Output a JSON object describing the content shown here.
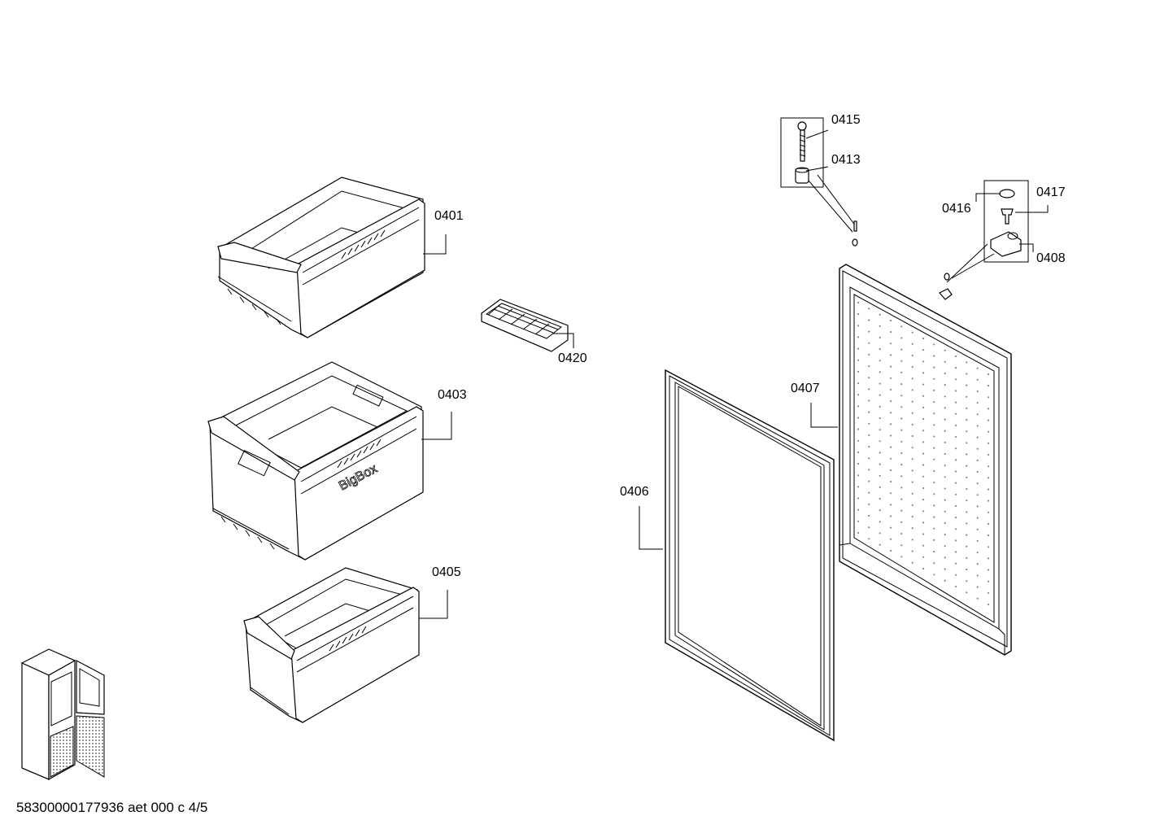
{
  "callouts": {
    "c0401": "0401",
    "c0403": "0403",
    "c0405": "0405",
    "c0420": "0420",
    "c0406": "0406",
    "c0407": "0407",
    "c0415": "0415",
    "c0413": "0413",
    "c0416": "0416",
    "c0417": "0417",
    "c0408": "0408"
  },
  "drawer_label": "BigBox",
  "footer": "58300000177936 aet 000 c 4/5"
}
